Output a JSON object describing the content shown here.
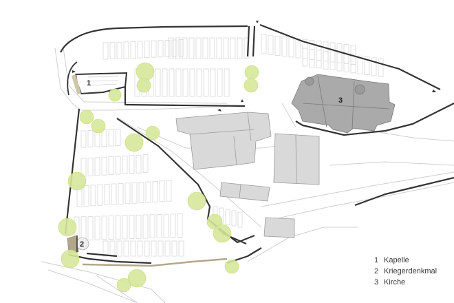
{
  "map": {
    "markers": [
      {
        "number": "1",
        "name": "Kapelle"
      },
      {
        "number": "2",
        "name": "Kriegerdenkmal"
      },
      {
        "number": "3",
        "name": "Kirche"
      }
    ]
  },
  "legend": [
    {
      "number": "1",
      "label": "Kapelle"
    },
    {
      "number": "2",
      "label": "Kriegerdenkmal"
    },
    {
      "number": "3",
      "label": "Kirche"
    }
  ],
  "colors": {
    "wall": "#333333",
    "path_line": "#cccccc",
    "grave_outline": "#d6d6d6",
    "building_fill": "#d9d9d9",
    "building_stroke": "#9a9a9a",
    "church_fill": "#a9a9a9",
    "church_stroke": "#7a7a7a",
    "tree_fill": "#d6e79a",
    "tree_stroke": "#c4dc78",
    "memorial_fill": "#b3a78a",
    "chapel_fill": "#cfc6a8"
  }
}
